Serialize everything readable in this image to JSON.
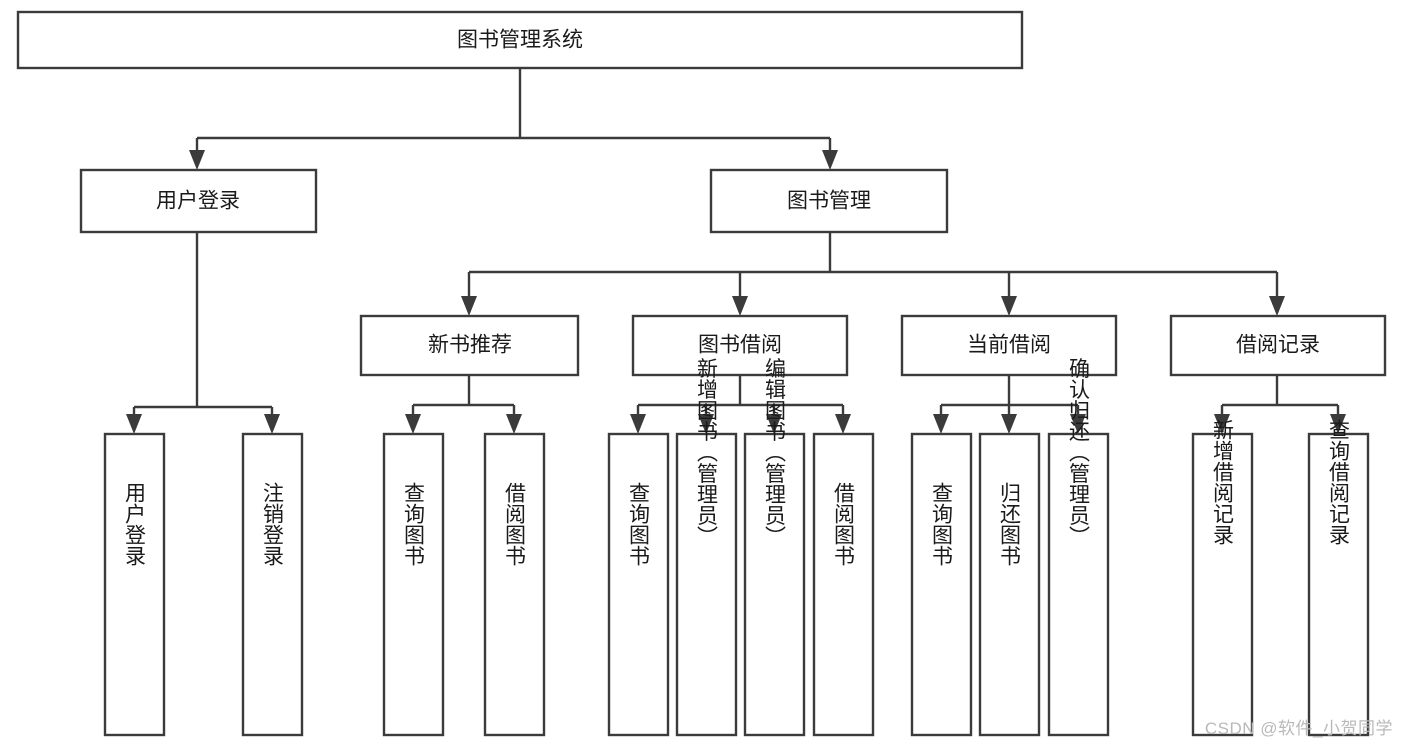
{
  "diagram": {
    "title": "图书管理系统",
    "type": "tree",
    "watermark": "CSDN @软件_小贺同学",
    "colors": {
      "stroke": "#3b3b3b",
      "box_fill": "#ffffff",
      "text": "#1a1a1a",
      "watermark": "#b9b9b9",
      "background": "#ffffff"
    },
    "levels": {
      "root": "图书管理系统",
      "level2": [
        "用户登录",
        "图书管理"
      ],
      "level3": [
        "新书推荐",
        "图书借阅",
        "当前借阅",
        "借阅记录"
      ]
    },
    "nodes": {
      "root": {
        "label": "图书管理系统",
        "orientation": "horizontal"
      },
      "user_login": {
        "label": "用户登录",
        "orientation": "horizontal"
      },
      "book_manage": {
        "label": "图书管理",
        "orientation": "horizontal"
      },
      "new_book_rec": {
        "label": "新书推荐",
        "orientation": "horizontal"
      },
      "book_borrow": {
        "label": "图书借阅",
        "orientation": "horizontal"
      },
      "current_borrow": {
        "label": "当前借阅",
        "orientation": "horizontal"
      },
      "borrow_record": {
        "label": "借阅记录",
        "orientation": "horizontal"
      },
      "leaf_1": {
        "label": "用户登录",
        "orientation": "vertical",
        "parent": "用户登录"
      },
      "leaf_2": {
        "label": "注销登录",
        "orientation": "vertical",
        "parent": "用户登录"
      },
      "leaf_3": {
        "label": "查询图书",
        "orientation": "vertical",
        "parent": "新书推荐"
      },
      "leaf_4": {
        "label": "借阅图书",
        "orientation": "vertical",
        "parent": "新书推荐"
      },
      "leaf_5": {
        "label": "查询图书",
        "orientation": "vertical",
        "parent": "图书借阅"
      },
      "leaf_6": {
        "label": "新增图书（管理员）",
        "orientation": "vertical",
        "parent": "图书借阅"
      },
      "leaf_7": {
        "label": "编辑图书（管理员）",
        "orientation": "vertical",
        "parent": "图书借阅"
      },
      "leaf_8": {
        "label": "借阅图书",
        "orientation": "vertical",
        "parent": "图书借阅"
      },
      "leaf_9": {
        "label": "查询图书",
        "orientation": "vertical",
        "parent": "当前借阅"
      },
      "leaf_10": {
        "label": "归还图书",
        "orientation": "vertical",
        "parent": "当前借阅"
      },
      "leaf_11": {
        "label": "确认归还（管理员）",
        "orientation": "vertical",
        "parent": "当前借阅"
      },
      "leaf_12": {
        "label": "新增借阅记录",
        "orientation": "vertical",
        "parent": "借阅记录"
      },
      "leaf_13": {
        "label": "查询借阅记录",
        "orientation": "vertical",
        "parent": "借阅记录"
      }
    }
  }
}
